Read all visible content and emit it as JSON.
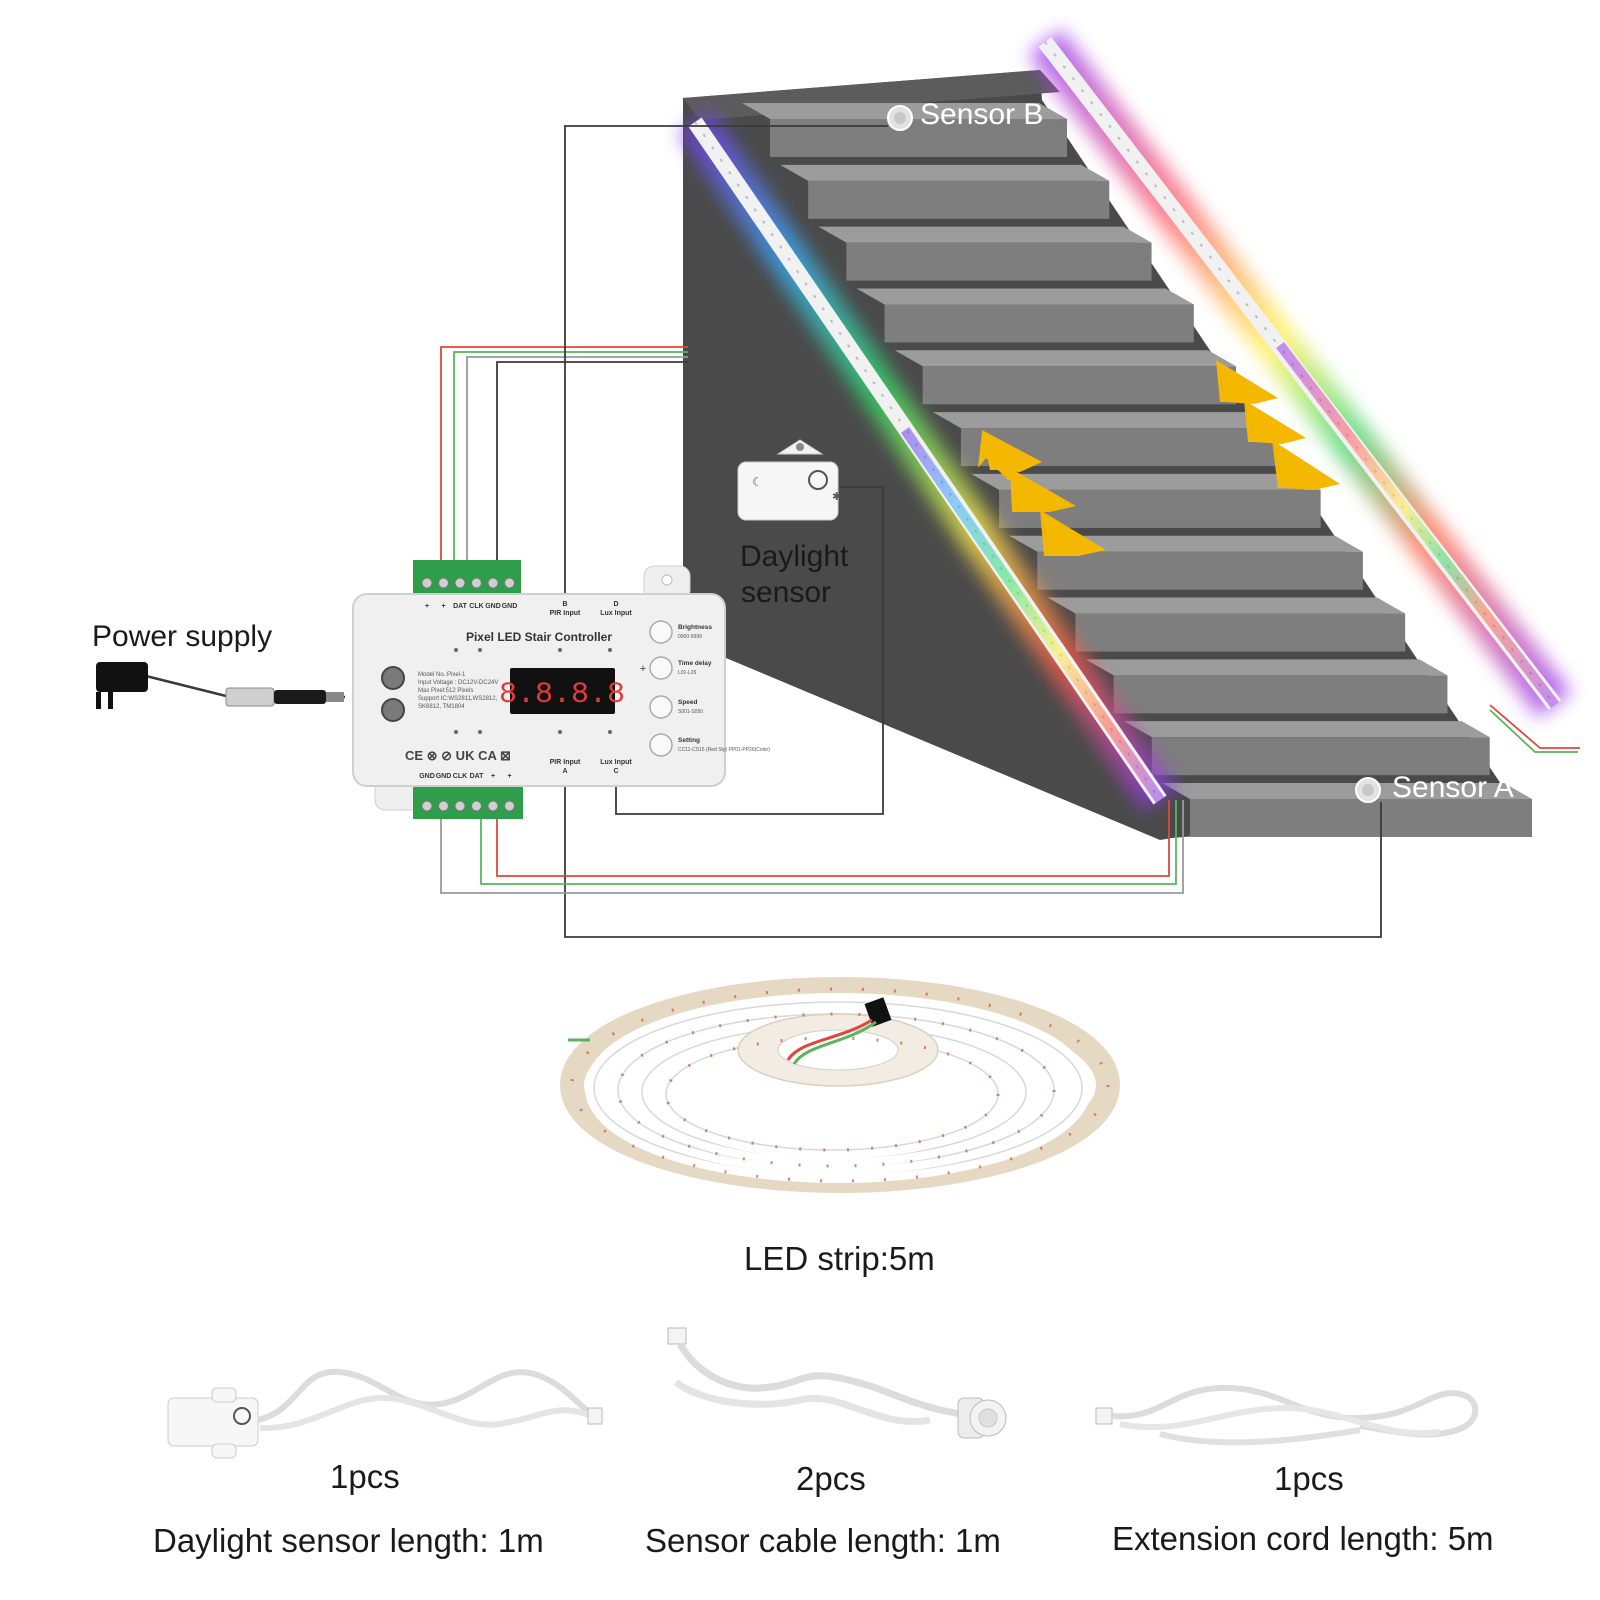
{
  "colors": {
    "background": "#ffffff",
    "stair_dark": "#4a4a4a",
    "stair_tread": "#9a9a9a",
    "stair_riser": "#7c7c7c",
    "wire_red": "#e0463c",
    "wire_green": "#5bb45b",
    "wire_black": "#3a3a3a",
    "arrow_yellow": "#f5b800",
    "terminal_green": "#2f9e4a"
  },
  "diagram": {
    "power_supply_label": "Power supply",
    "daylight_sensor_label_line1": "Daylight",
    "daylight_sensor_label_line2": "sensor",
    "sensor_a_label": "Sensor A",
    "sensor_b_label": "Sensor B",
    "controller": {
      "title": "Pixel LED Stair Controller",
      "display": "8.8.8.8",
      "spec_lines": [
        "Model No.:Pixel-1",
        "Input Voltage : DC12V-DC24V",
        "Max Pixel:512 Pixels",
        "Support IC:WS2811,WS2812,",
        "SK6812, TM1804"
      ],
      "top_terminals": [
        "+",
        "+",
        "DAT",
        "CLK",
        "GND",
        "GND"
      ],
      "bottom_terminals": [
        "GND",
        "GND",
        "CLK",
        "DAT",
        "+",
        "+"
      ],
      "top_inputs": [
        {
          "name": "PIR Input",
          "sub": "B"
        },
        {
          "name": "Lux Input",
          "sub": "D"
        }
      ],
      "bottom_inputs": [
        {
          "name": "PIR Input",
          "sub": "A"
        },
        {
          "name": "Lux Input",
          "sub": "C"
        }
      ],
      "buttons": [
        {
          "symbol": "",
          "name": "Brightness",
          "range": "0000-9999"
        },
        {
          "symbol": "+",
          "name": "Time delay",
          "range": "L01-L26"
        },
        {
          "symbol": "",
          "name": "Speed",
          "range": "S001-S050"
        },
        {
          "symbol": "",
          "name": "Setting",
          "range": "CC11-CS15  (Red Sty)  PP01-PP26(Color)"
        }
      ],
      "cert_marks": "CE  ⊗  ⊘  UK CA  ⊠"
    }
  },
  "products": {
    "led_strip_caption": "LED strip:5m",
    "items": [
      {
        "qty": "1pcs",
        "caption": "Daylight sensor length: 1m"
      },
      {
        "qty": "2pcs",
        "caption": "Sensor cable length: 1m"
      },
      {
        "qty": "1pcs",
        "caption": "Extension cord length: 5m"
      }
    ]
  }
}
